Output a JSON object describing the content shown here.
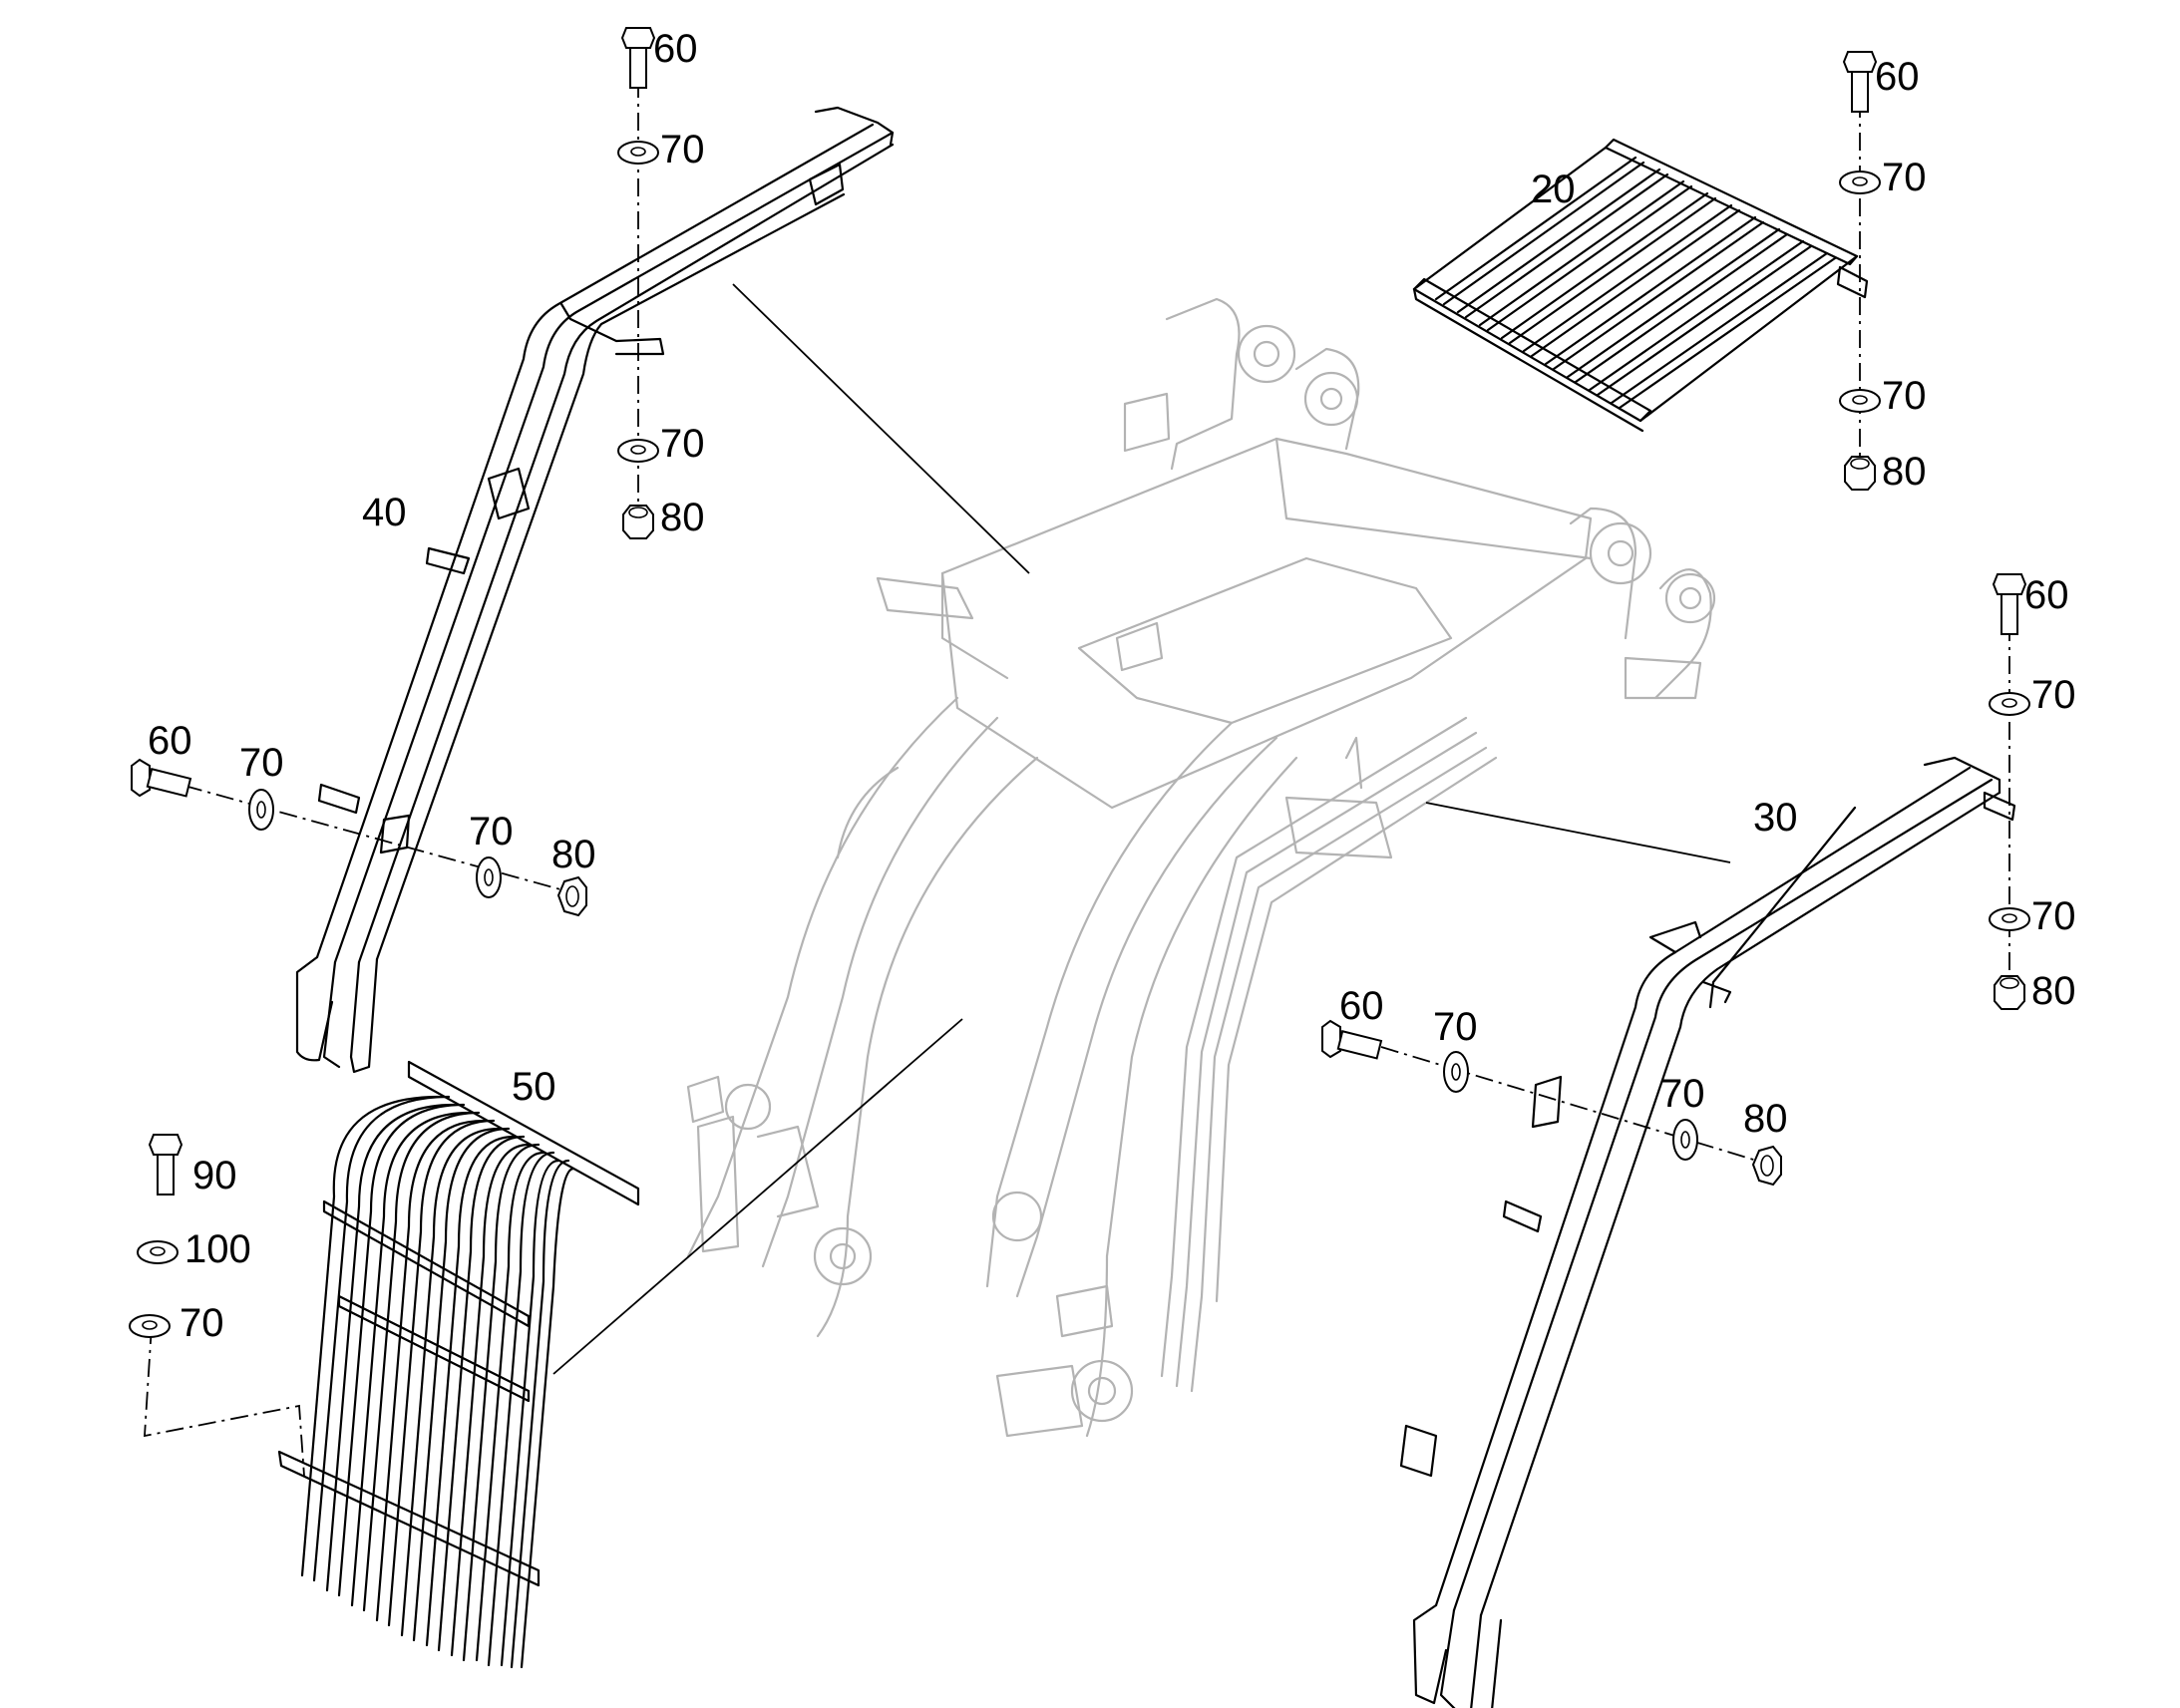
{
  "colors": {
    "line": "#000000",
    "base_machine": "#b3b3b3",
    "background": "#ffffff"
  },
  "labels": {
    "guard_top_right": "20",
    "guard_right_arm": "30",
    "guard_left_arm": "40",
    "guard_front_bars": "50",
    "tl_bolt": "60",
    "tl_washer_top": "70",
    "tl_washer_bottom": "70",
    "tl_nut": "80",
    "tr_bolt": "60",
    "tr_washer_top": "70",
    "tr_washer_bottom": "70",
    "tr_nut": "80",
    "mr_bolt": "60",
    "mr_washer_top": "70",
    "mr_washer_bottom": "70",
    "mr_nut": "80",
    "ml_bolt": "60",
    "ml_washer_1": "70",
    "ml_washer_2": "70",
    "ml_nut": "80",
    "br_bolt": "60",
    "br_washer_1": "70",
    "br_washer_2": "70",
    "br_nut": "80",
    "bl_bolt": "90",
    "bl_washer_1": "100",
    "bl_washer_2": "70"
  }
}
